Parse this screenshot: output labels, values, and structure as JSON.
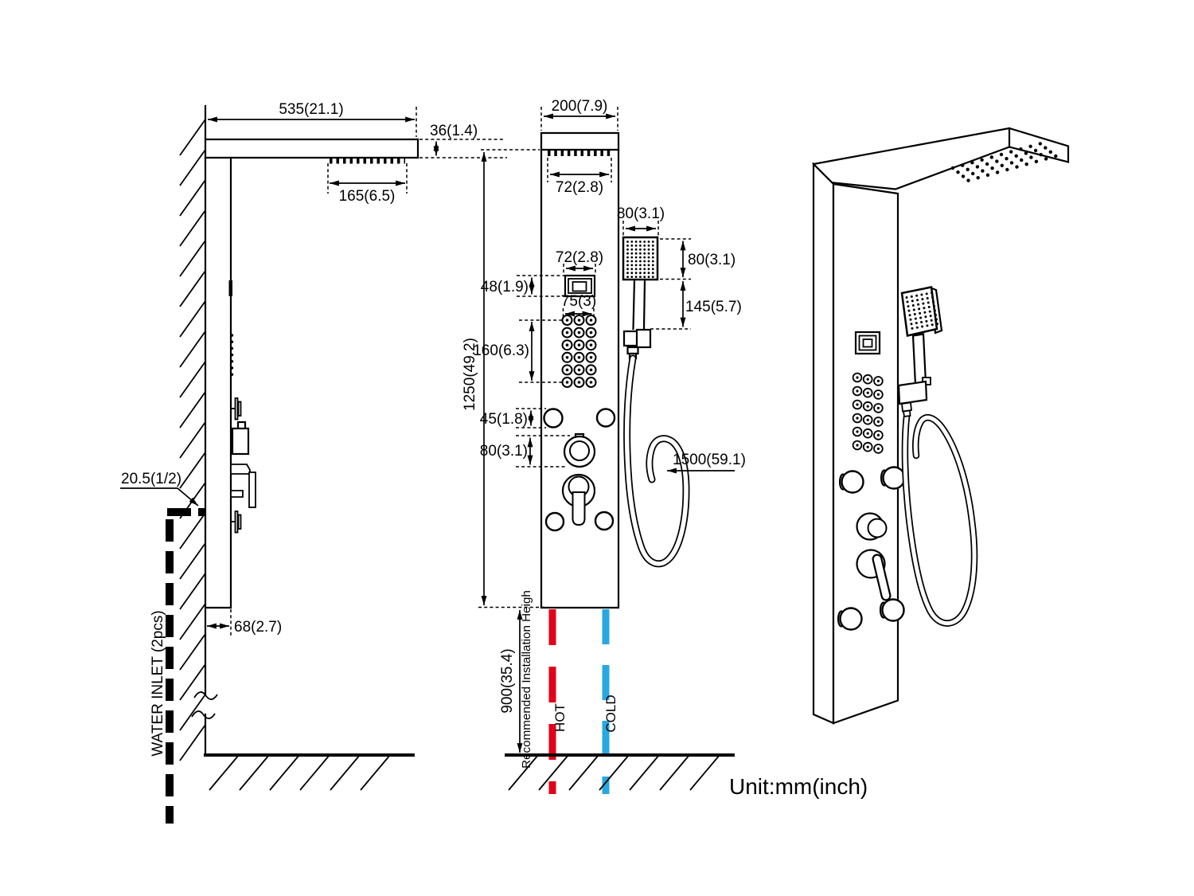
{
  "drawing": {
    "unit_note": "Unit:mm(inch)",
    "side_view": {
      "arm_length": "535(21.1)",
      "arm_thickness": "36(1.4)",
      "spray_zone": "165(6.5)",
      "inlet_thread": "20.5(1/2)",
      "panel_depth": "68(2.7)",
      "water_inlet": "WATER INLET (2pcs)"
    },
    "front_view": {
      "panel_width": "200(7.9)",
      "top_spray_width": "72(2.8)",
      "panel_height": "1250(49.2)",
      "display_width": "72(2.8)",
      "display_height": "48(1.9)",
      "jets_width": "75(3)",
      "jets_height": "160(6.3)",
      "knob_offset": "45(1.8)",
      "diverter_offset": "80(3.1)",
      "hand_shower_width": "80(3.1)",
      "hand_shower_height": "80(3.1)",
      "hand_shower_drop": "145(5.7)",
      "hose_length": "1500(59.1)",
      "install_height": "900(35.4)",
      "install_note": "Recommended Installation Heigh",
      "hot": "HOT",
      "cold": "COLD"
    },
    "colors": {
      "hot": "#e2001a",
      "cold": "#29a8e0"
    }
  }
}
